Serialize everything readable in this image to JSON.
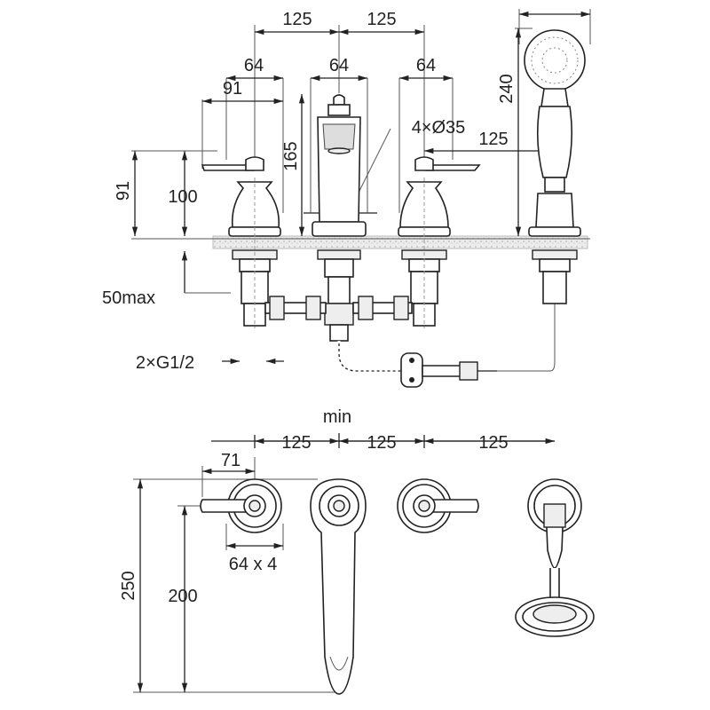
{
  "drawing": {
    "front_view": {
      "spacing_top_left": "125",
      "spacing_top_right": "125",
      "handle_width_left": "64",
      "handle_width_center": "64",
      "handle_width_right": "64",
      "handle_reach": "91",
      "spout_diameter": "4×Ø35",
      "shower_offset": "125",
      "shower_height": "240",
      "spout_height": "165",
      "deck_height_a": "91",
      "deck_height_b": "100",
      "deck_max": "50max",
      "thread": "2×G1/2"
    },
    "plan_view": {
      "min_label": "min",
      "spacing_a": "125",
      "spacing_b": "125",
      "spacing_c": "125",
      "handle_offset": "71",
      "rosette": "64 x 4",
      "depth_total": "250",
      "depth_spout": "200"
    }
  }
}
